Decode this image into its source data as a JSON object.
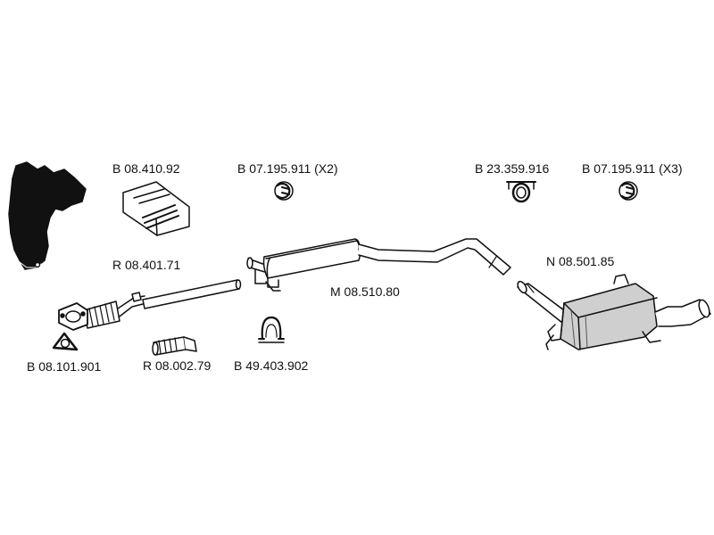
{
  "parts": {
    "b_08_410_92": "B 08.410.92",
    "b_07_195_911_x2": "B 07.195.911 (X2)",
    "b_23_359_916": "B 23.359.916",
    "b_07_195_911_x3": "B 07.195.911 (X3)",
    "r_08_401_71": "R 08.401.71",
    "m_08_510_80": "M 08.510.80",
    "n_08_501_85": "N 08.501.85",
    "b_08_101_901": "B 08.101.901",
    "r_08_002_79": "R 08.002.79",
    "b_49_403_902": "B 49.403.902"
  },
  "colors": {
    "stroke": "#111111",
    "fill_dark": "#111111",
    "fill_light": "#ffffff",
    "fill_grey": "#cfcfcf"
  }
}
